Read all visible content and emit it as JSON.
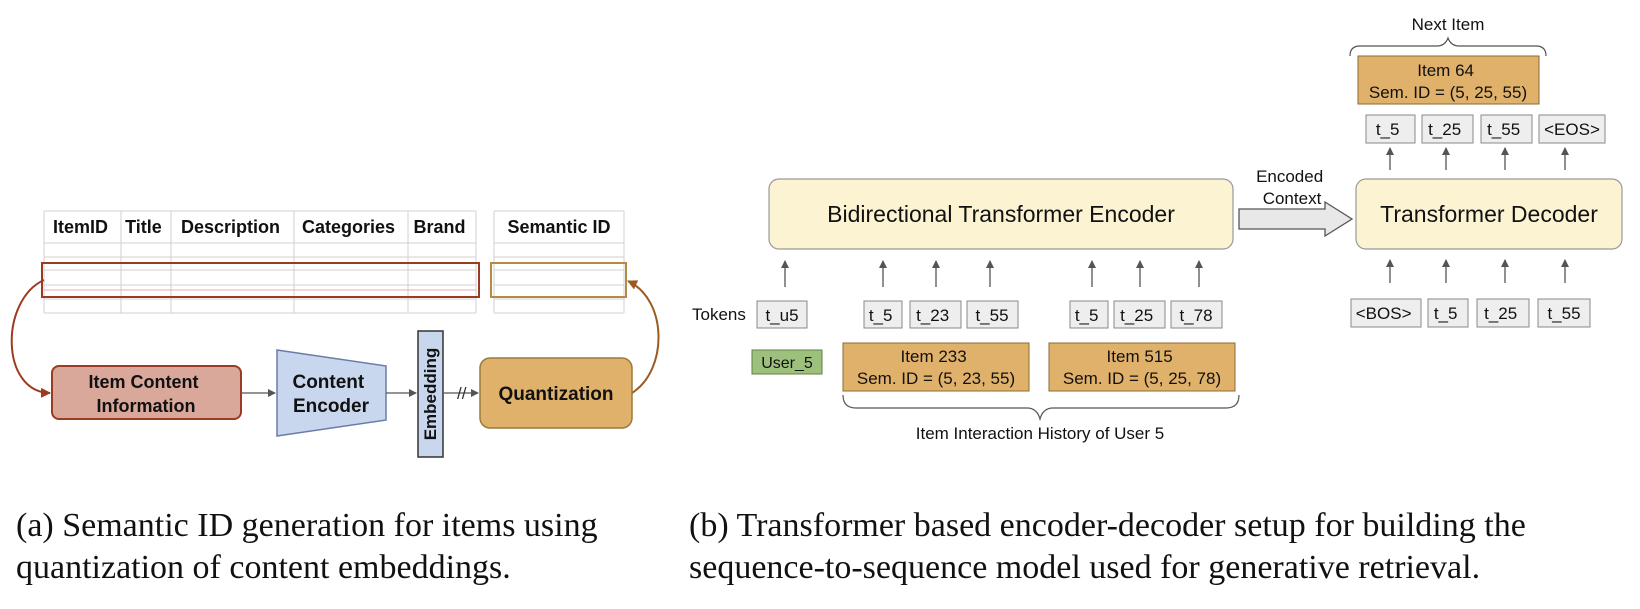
{
  "colors": {
    "item_box": "#e0b16a",
    "item_box_stroke": "#b58a45",
    "encoder_box": "#fbf3d2",
    "token_box": "#eeeeee",
    "user_box": "#9dc07c",
    "content_info_box": "#d9a89b",
    "content_info_stroke": "#9b3b22",
    "content_encoder": "#c9d7ee",
    "embedding": "#c9d7ee",
    "quantization": "#e0b16a",
    "table_row_red": "#9b3b22",
    "table_row_gold": "#b58a45"
  },
  "left_panel": {
    "table": {
      "headers": [
        "ItemID",
        "Title",
        "Description",
        "Categories",
        "Brand"
      ],
      "semantic_header": "Semantic ID"
    },
    "pipeline": {
      "item_content_line1": "Item Content",
      "item_content_line2": "Information",
      "content_encoder_line1": "Content",
      "content_encoder_line2": "Encoder",
      "embedding": "Embedding",
      "quantization": "Quantization",
      "break_mark": "//"
    },
    "caption_line1": "(a) Semantic ID generation for items using",
    "caption_line2": "quantization of content embeddings."
  },
  "right_panel": {
    "encoder_label": "Bidirectional Transformer Encoder",
    "decoder_label": "Transformer Decoder",
    "encoded_context_line1": "Encoded",
    "encoded_context_line2": "Context",
    "tokens_label": "Tokens",
    "user_token": "t_u5",
    "user_label": "User_5",
    "items": [
      {
        "tokens": [
          "t_5",
          "t_23",
          "t_55"
        ],
        "title": "Item 233",
        "sem_id": "Sem. ID = (5, 23, 55)"
      },
      {
        "tokens": [
          "t_5",
          "t_25",
          "t_78"
        ],
        "title": "Item 515",
        "sem_id": "Sem. ID = (5, 25, 78)"
      }
    ],
    "history_label": "Item Interaction History of User 5",
    "decoder_inputs": [
      "<BOS>",
      "t_5",
      "t_25",
      "t_55"
    ],
    "decoder_outputs": [
      "t_5",
      "t_25",
      "t_55",
      "<EOS>"
    ],
    "next_item_label": "Next Item",
    "next_item_title": "Item 64",
    "next_item_sem_id": "Sem. ID = (5, 25, 55)",
    "caption_line1": "(b) Transformer based encoder-decoder setup for building the",
    "caption_line2": "sequence-to-sequence model used for generative retrieval."
  }
}
